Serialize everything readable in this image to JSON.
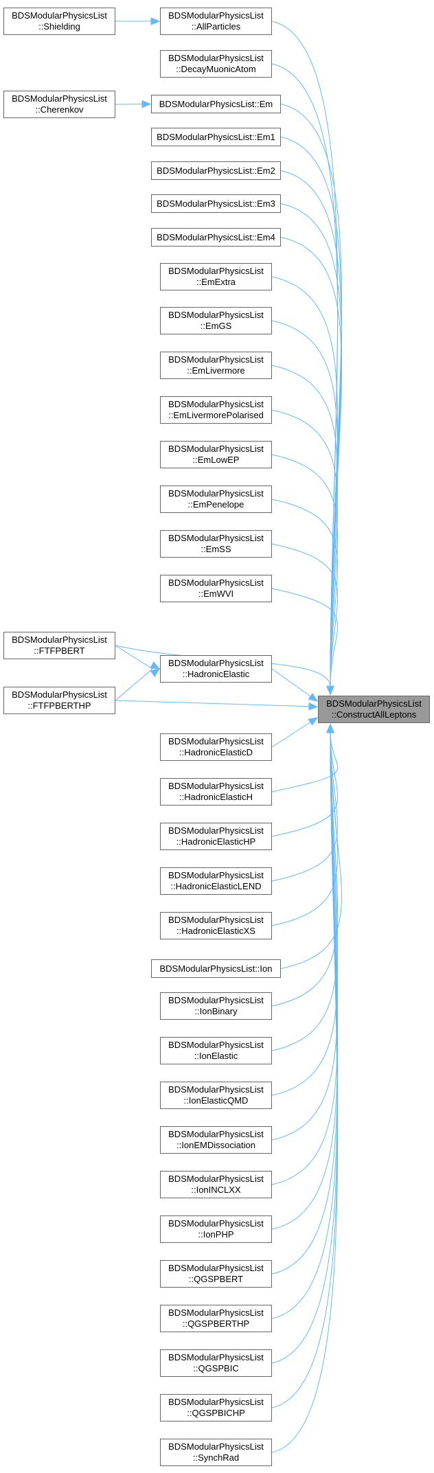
{
  "target": {
    "line1": "BDSModularPhysicsList",
    "line2": "::ConstructAllLeptons"
  },
  "edge_color": "#63b8ff",
  "nodes": [
    {
      "id": "shielding",
      "lines": [
        "BDSModularPhysicsList",
        "::Shielding"
      ]
    },
    {
      "id": "allparticles",
      "lines": [
        "BDSModularPhysicsList",
        "::AllParticles"
      ]
    },
    {
      "id": "decaymuonicatom",
      "lines": [
        "BDSModularPhysicsList",
        "::DecayMuonicAtom"
      ]
    },
    {
      "id": "cherenkov",
      "lines": [
        "BDSModularPhysicsList",
        "::Cherenkov"
      ]
    },
    {
      "id": "em",
      "lines": [
        "BDSModularPhysicsList::Em"
      ]
    },
    {
      "id": "em1",
      "lines": [
        "BDSModularPhysicsList::Em1"
      ]
    },
    {
      "id": "em2",
      "lines": [
        "BDSModularPhysicsList::Em2"
      ]
    },
    {
      "id": "em3",
      "lines": [
        "BDSModularPhysicsList::Em3"
      ]
    },
    {
      "id": "em4",
      "lines": [
        "BDSModularPhysicsList::Em4"
      ]
    },
    {
      "id": "emextra",
      "lines": [
        "BDSModularPhysicsList",
        "::EmExtra"
      ]
    },
    {
      "id": "emgs",
      "lines": [
        "BDSModularPhysicsList",
        "::EmGS"
      ]
    },
    {
      "id": "emlivermore",
      "lines": [
        "BDSModularPhysicsList",
        "::EmLivermore"
      ]
    },
    {
      "id": "emlivermorepolarised",
      "lines": [
        "BDSModularPhysicsList",
        "::EmLivermorePolarised"
      ]
    },
    {
      "id": "emlowep",
      "lines": [
        "BDSModularPhysicsList",
        "::EmLowEP"
      ]
    },
    {
      "id": "empenelope",
      "lines": [
        "BDSModularPhysicsList",
        "::EmPenelope"
      ]
    },
    {
      "id": "emss",
      "lines": [
        "BDSModularPhysicsList",
        "::EmSS"
      ]
    },
    {
      "id": "emwvi",
      "lines": [
        "BDSModularPhysicsList",
        "::EmWVI"
      ]
    },
    {
      "id": "ftfpbert",
      "lines": [
        "BDSModularPhysicsList",
        "::FTFPBERT"
      ]
    },
    {
      "id": "hadronicelastic",
      "lines": [
        "BDSModularPhysicsList",
        "::HadronicElastic"
      ]
    },
    {
      "id": "ftfpberthp",
      "lines": [
        "BDSModularPhysicsList",
        "::FTFPBERTHP"
      ]
    },
    {
      "id": "hadronicelasticd",
      "lines": [
        "BDSModularPhysicsList",
        "::HadronicElasticD"
      ]
    },
    {
      "id": "hadronicelastich",
      "lines": [
        "BDSModularPhysicsList",
        "::HadronicElasticH"
      ]
    },
    {
      "id": "hadronicelastichp",
      "lines": [
        "BDSModularPhysicsList",
        "::HadronicElasticHP"
      ]
    },
    {
      "id": "hadronicelasticlend",
      "lines": [
        "BDSModularPhysicsList",
        "::HadronicElasticLEND"
      ]
    },
    {
      "id": "hadronicelasticxs",
      "lines": [
        "BDSModularPhysicsList",
        "::HadronicElasticXS"
      ]
    },
    {
      "id": "ion",
      "lines": [
        "BDSModularPhysicsList::Ion"
      ]
    },
    {
      "id": "ionbinary",
      "lines": [
        "BDSModularPhysicsList",
        "::IonBinary"
      ]
    },
    {
      "id": "ionelastic",
      "lines": [
        "BDSModularPhysicsList",
        "::IonElastic"
      ]
    },
    {
      "id": "ionelasticqmd",
      "lines": [
        "BDSModularPhysicsList",
        "::IonElasticQMD"
      ]
    },
    {
      "id": "ionemdissociation",
      "lines": [
        "BDSModularPhysicsList",
        "::IonEMDissociation"
      ]
    },
    {
      "id": "ioninclxx",
      "lines": [
        "BDSModularPhysicsList",
        "::IonINCLXX"
      ]
    },
    {
      "id": "ionphp",
      "lines": [
        "BDSModularPhysicsList",
        "::IonPHP"
      ]
    },
    {
      "id": "qgspbert",
      "lines": [
        "BDSModularPhysicsList",
        "::QGSPBERT"
      ]
    },
    {
      "id": "qgspberthp",
      "lines": [
        "BDSModularPhysicsList",
        "::QGSPBERTHP"
      ]
    },
    {
      "id": "qgspbic",
      "lines": [
        "BDSModularPhysicsList",
        "::QGSPBIC"
      ]
    },
    {
      "id": "qgspbichp",
      "lines": [
        "BDSModularPhysicsList",
        "::QGSPBICHP"
      ]
    },
    {
      "id": "synchrad",
      "lines": [
        "BDSModularPhysicsList",
        "::SynchRad"
      ]
    }
  ],
  "edges": [
    {
      "from": "shielding",
      "to": "allparticles"
    },
    {
      "from": "cherenkov",
      "to": "em"
    },
    {
      "from": "ftfpbert",
      "to": "hadronicelastic"
    },
    {
      "from": "ftfpberthp",
      "to": "hadronicelastic"
    },
    {
      "from": "allparticles",
      "to": "target"
    },
    {
      "from": "decaymuonicatom",
      "to": "target"
    },
    {
      "from": "em",
      "to": "target"
    },
    {
      "from": "em1",
      "to": "target"
    },
    {
      "from": "em2",
      "to": "target"
    },
    {
      "from": "em3",
      "to": "target"
    },
    {
      "from": "em4",
      "to": "target"
    },
    {
      "from": "emextra",
      "to": "target"
    },
    {
      "from": "emgs",
      "to": "target"
    },
    {
      "from": "emlivermore",
      "to": "target"
    },
    {
      "from": "emlivermorepolarised",
      "to": "target"
    },
    {
      "from": "emlowep",
      "to": "target"
    },
    {
      "from": "empenelope",
      "to": "target"
    },
    {
      "from": "emss",
      "to": "target"
    },
    {
      "from": "emwvi",
      "to": "target"
    },
    {
      "from": "ftfpbert",
      "to": "target"
    },
    {
      "from": "hadronicelastic",
      "to": "target"
    },
    {
      "from": "ftfpberthp",
      "to": "target"
    },
    {
      "from": "hadronicelasticd",
      "to": "target"
    },
    {
      "from": "hadronicelastich",
      "to": "target"
    },
    {
      "from": "hadronicelastichp",
      "to": "target"
    },
    {
      "from": "hadronicelasticlend",
      "to": "target"
    },
    {
      "from": "hadronicelasticxs",
      "to": "target"
    },
    {
      "from": "ion",
      "to": "target"
    },
    {
      "from": "ionbinary",
      "to": "target"
    },
    {
      "from": "ionelastic",
      "to": "target"
    },
    {
      "from": "ionelasticqmd",
      "to": "target"
    },
    {
      "from": "ionemdissociation",
      "to": "target"
    },
    {
      "from": "ioninclxx",
      "to": "target"
    },
    {
      "from": "ionphp",
      "to": "target"
    },
    {
      "from": "qgspbert",
      "to": "target"
    },
    {
      "from": "qgspberthp",
      "to": "target"
    },
    {
      "from": "qgspbic",
      "to": "target"
    },
    {
      "from": "qgspbichp",
      "to": "target"
    },
    {
      "from": "synchrad",
      "to": "target"
    }
  ]
}
